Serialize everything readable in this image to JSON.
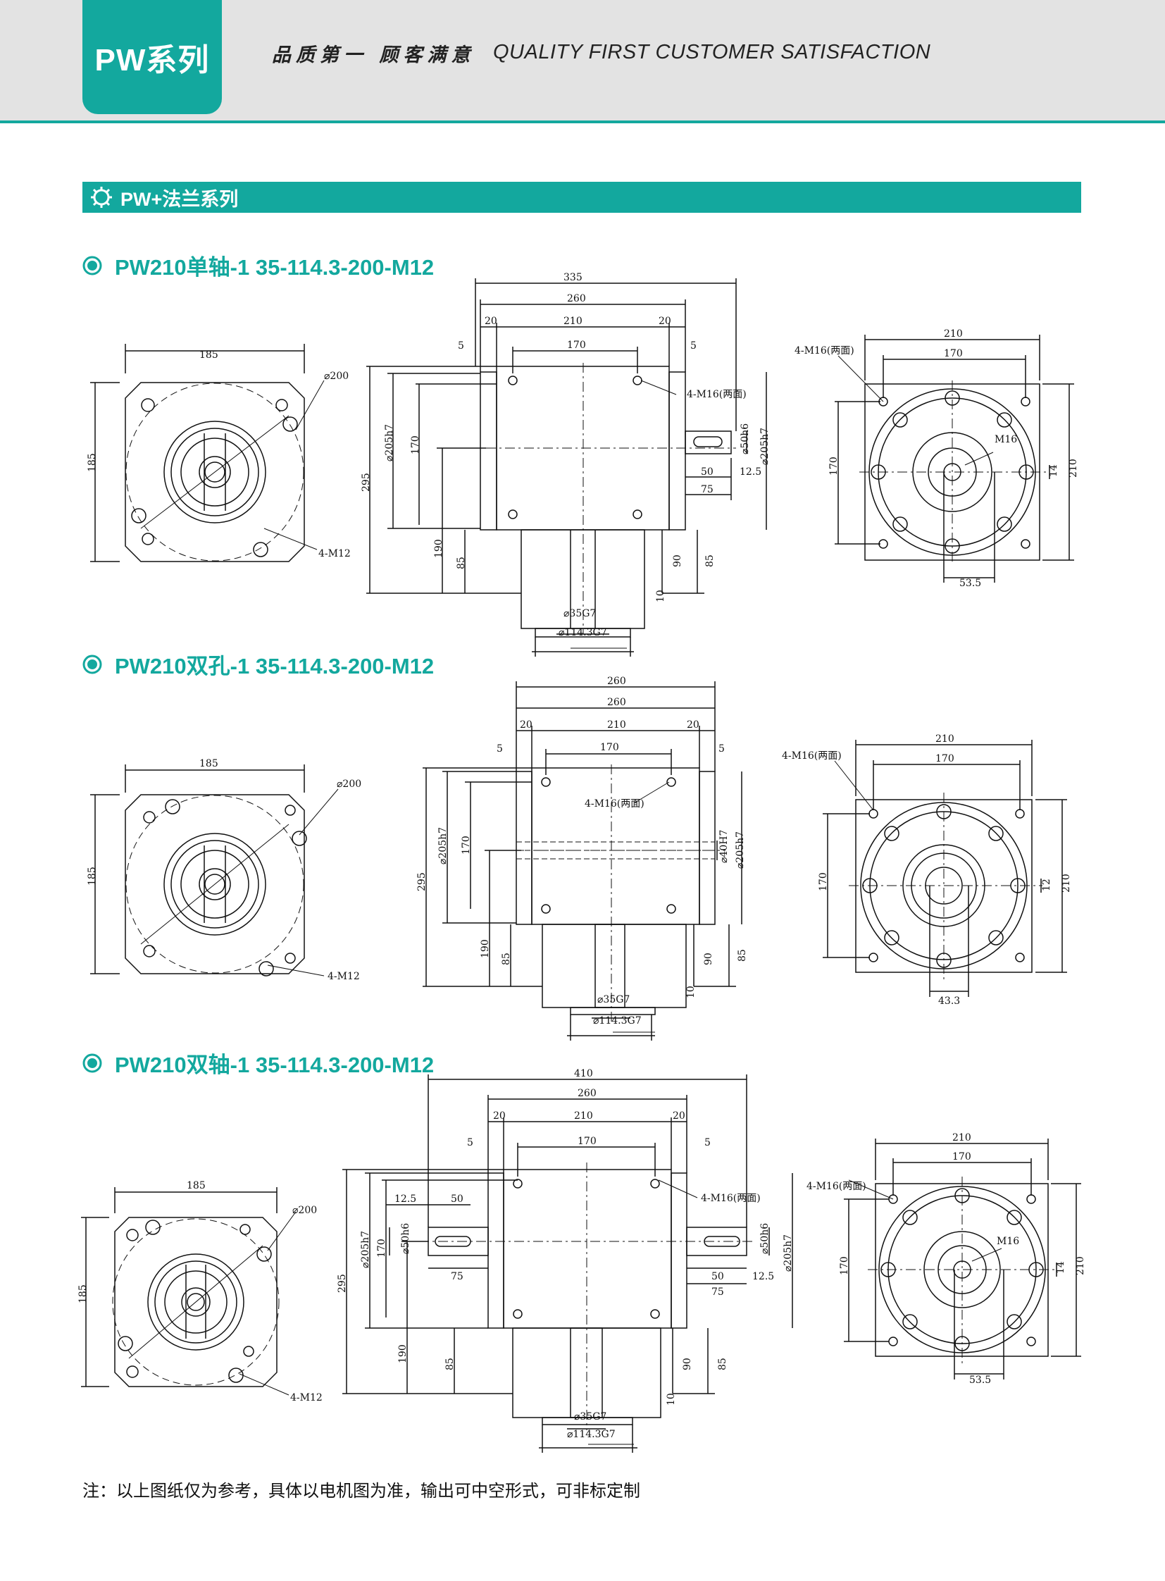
{
  "header": {
    "series_tab": "PW系列",
    "slogan_cn": "品质第一 顾客满意",
    "slogan_en": "QUALITY FIRST  CUSTOMER SATISFACTION"
  },
  "section": {
    "title": "PW+法兰系列"
  },
  "models": [
    {
      "title": "PW210单轴-1 35-114.3-200-M12",
      "front": {
        "width": "185",
        "height": "185",
        "pcd": "⌀200",
        "holes": "4-M12"
      },
      "side": {
        "overall": "335",
        "body": "260",
        "inner": "210",
        "flange_l": "20",
        "flange_r": "20",
        "gap_l": "5",
        "gap_r": "5",
        "bolt": "170",
        "bolt_label": "4-M16(两面)",
        "dia_left": "⌀205h7",
        "dia_right": "⌀205h7",
        "height_170": "170",
        "total_h": "295",
        "base_h": "190",
        "flange_h": "85",
        "shaft_h": "90",
        "right_85": "85",
        "step": "10",
        "shaft_d": "⌀50h6",
        "shaft_len": "50",
        "shaft_tip": "12.5",
        "shaft_total": "75",
        "bore": "⌀35G7",
        "spigot": "⌀114.3G7"
      },
      "end": {
        "width": "210",
        "bolt": "170",
        "holes": "4-M16(两面)",
        "thread": "M16",
        "height": "170",
        "total": "210",
        "key": "14",
        "offset": "53.5"
      }
    },
    {
      "title": "PW210双孔-1 35-114.3-200-M12",
      "front": {
        "width": "185",
        "height": "185",
        "pcd": "⌀200",
        "holes": "4-M12"
      },
      "side": {
        "overall": "260",
        "body": "260",
        "inner": "210",
        "flange_l": "20",
        "flange_r": "20",
        "gap_l": "5",
        "gap_r": "5",
        "bolt": "170",
        "bolt_label": "4-M16(两面)",
        "dia_left": "⌀205h7",
        "dia_right": "⌀205h7",
        "height_170": "170",
        "total_h": "295",
        "base_h": "190",
        "flange_h": "85",
        "shaft_h": "90",
        "right_85": "85",
        "step": "10",
        "bore_h": "⌀40H7",
        "bore": "⌀35G7",
        "spigot": "⌀114.3G7"
      },
      "end": {
        "width": "210",
        "bolt": "170",
        "holes": "4-M16(两面)",
        "height": "170",
        "total": "210",
        "key": "12",
        "offset": "43.3"
      }
    },
    {
      "title": "PW210双轴-1 35-114.3-200-M12",
      "front": {
        "width": "185",
        "height": "185",
        "pcd": "⌀200",
        "holes": "4-M12"
      },
      "side": {
        "overall": "410",
        "body": "260",
        "inner": "210",
        "flange_l": "20",
        "flange_r": "20",
        "gap_l": "5",
        "gap_r": "5",
        "bolt": "170",
        "bolt_label": "4-M16(两面)",
        "dia_left": "⌀205h7",
        "dia_right": "⌀205h7",
        "height_170": "170",
        "total_h": "295",
        "base_h": "190",
        "flange_h": "85",
        "shaft_h": "90",
        "right_85": "85",
        "step": "10",
        "shaft_d_l": "⌀50h6",
        "shaft_d_r": "⌀50h6",
        "shaft_len_l": "50",
        "shaft_tip_l": "12.5",
        "shaft_total_l": "75",
        "shaft_len_r": "50",
        "shaft_tip_r": "12.5",
        "shaft_total_r": "75",
        "bore": "⌀35G7",
        "spigot": "⌀114.3G7"
      },
      "end": {
        "width": "210",
        "bolt": "170",
        "holes": "4-M16(两面)",
        "thread": "M16",
        "height": "170",
        "total": "210",
        "key": "14",
        "offset": "53.5"
      }
    }
  ],
  "note": "注：以上图纸仅为参考，具体以电机图为准，输出可中空形式，可非标定制",
  "colors": {
    "brand": "#13a89e",
    "header_bg": "#e3e3e3"
  }
}
